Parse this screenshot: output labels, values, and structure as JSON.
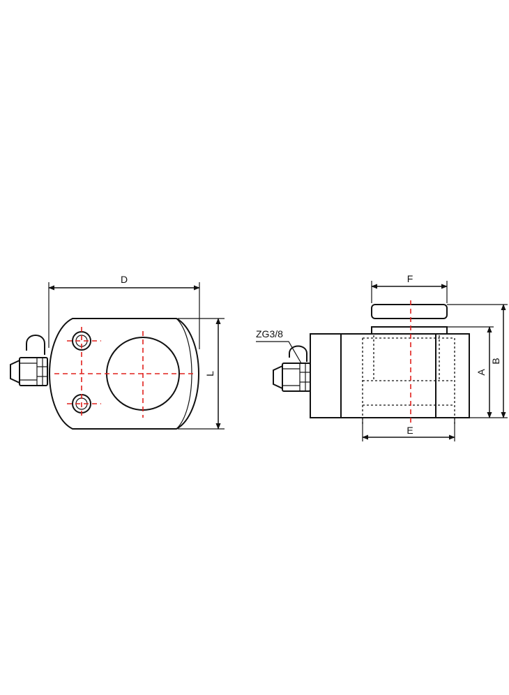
{
  "drawing": {
    "labels": {
      "D": "D",
      "L": "L",
      "F": "F",
      "E": "E",
      "A": "A",
      "B": "B",
      "port": "ZG3/8"
    },
    "colors": {
      "outline": "#111111",
      "centerline": "#e0201c",
      "background": "#ffffff"
    }
  }
}
